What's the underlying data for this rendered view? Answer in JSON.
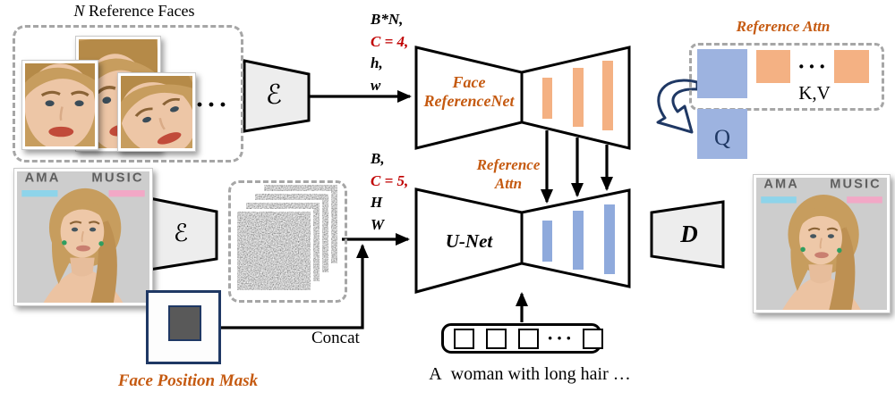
{
  "figure": {
    "ref_faces_box": {
      "title_n": "N",
      "title_rest": " Reference Faces",
      "ellipsis": "···"
    },
    "encoder_glyph": "ℰ",
    "decoder_glyph": "D",
    "dims_top": {
      "l1": "B*N,",
      "l2": "C = 4,",
      "l3": "h,",
      "l4": "w"
    },
    "dims_bottom": {
      "l1": "B,",
      "l2": "C = 5,",
      "l3": "H",
      "l4": "W"
    },
    "refnet": {
      "line1": "Face",
      "line2": "ReferenceNet"
    },
    "unet_label": "U-Net",
    "ref_attn_mid": {
      "line1": "Reference",
      "line2": "Attn"
    },
    "ref_attn_box": {
      "title": "Reference Attn",
      "kv_label": "K,V",
      "q_label": "Q",
      "ellipsis": "···"
    },
    "concat_label": "Concat",
    "mask_label": "Face Position Mask",
    "prompt": {
      "ellipsis": "···",
      "caption": "A  woman with long hair …"
    },
    "photo_backdrop": {
      "left": "AMA",
      "right": "MUSIC"
    }
  },
  "colors": {
    "bar_orange": "#f4b183",
    "bar_blue": "#8faadc",
    "square_blue": "#9db3e0",
    "label_orange": "#c55a11",
    "dim_red": "#c00000",
    "navy": "#1f3864",
    "dash_gray": "#a6a6a6",
    "mask_gray": "#595959"
  }
}
